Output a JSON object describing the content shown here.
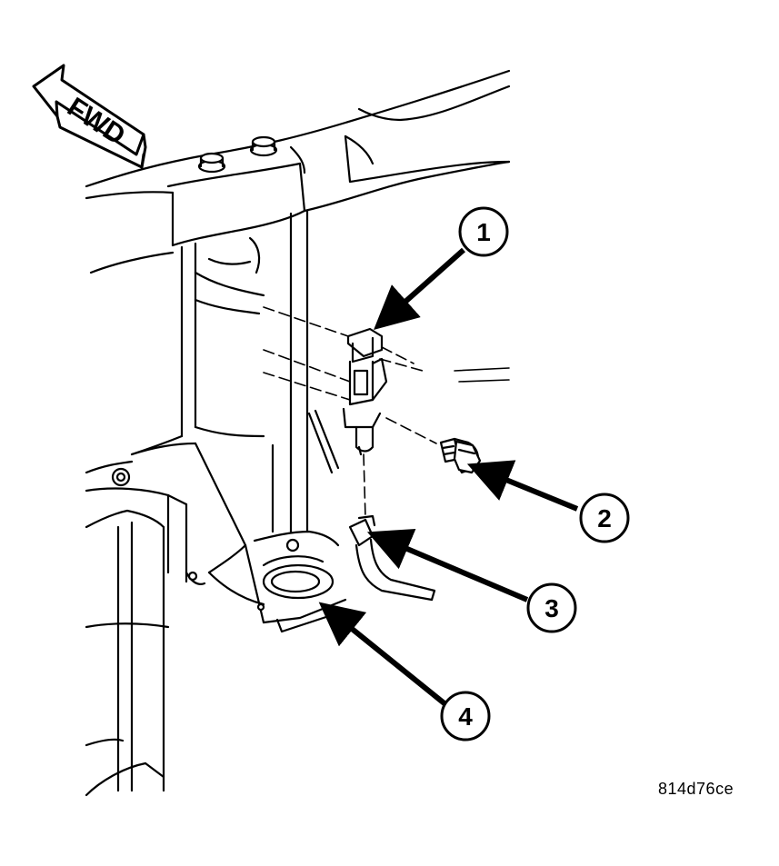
{
  "direction_label": "FWD",
  "figure_code": "814d76ce",
  "callouts": [
    {
      "number": "1"
    },
    {
      "number": "2"
    },
    {
      "number": "3"
    },
    {
      "number": "4"
    }
  ],
  "colors": {
    "ink": "#000000",
    "paper": "#ffffff"
  }
}
